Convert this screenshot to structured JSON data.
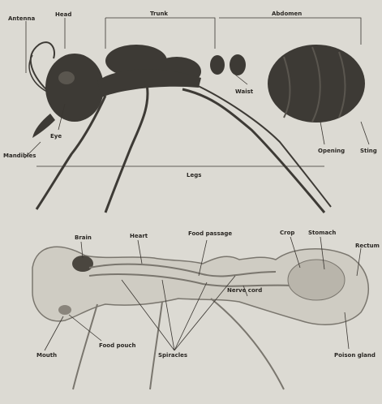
{
  "exterior": {
    "labels": {
      "antenna": "Antenna",
      "head": "Head",
      "trunk": "Trunk",
      "abdomen": "Abdomen",
      "waist": "Waist",
      "eye": "Eye",
      "mandibles": "Mandibles",
      "legs": "Legs",
      "stinger_opening": "Opening",
      "sting": "Sting"
    }
  },
  "interior": {
    "labels": {
      "brain": "Brain",
      "heart": "Heart",
      "food_passage": "Food passage",
      "crop": "Crop",
      "stomach": "Stomach",
      "rectum": "Rectum",
      "nerve_cord": "Nerve cord",
      "mouth": "Mouth",
      "food_pouch": "Food pouch",
      "spiracles": "Spiracles",
      "poison_gland": "Poison gland"
    }
  },
  "colors": {
    "background": "#dcdad3",
    "body_dark": "#3d3a35",
    "outline_light": "#7a766e"
  }
}
